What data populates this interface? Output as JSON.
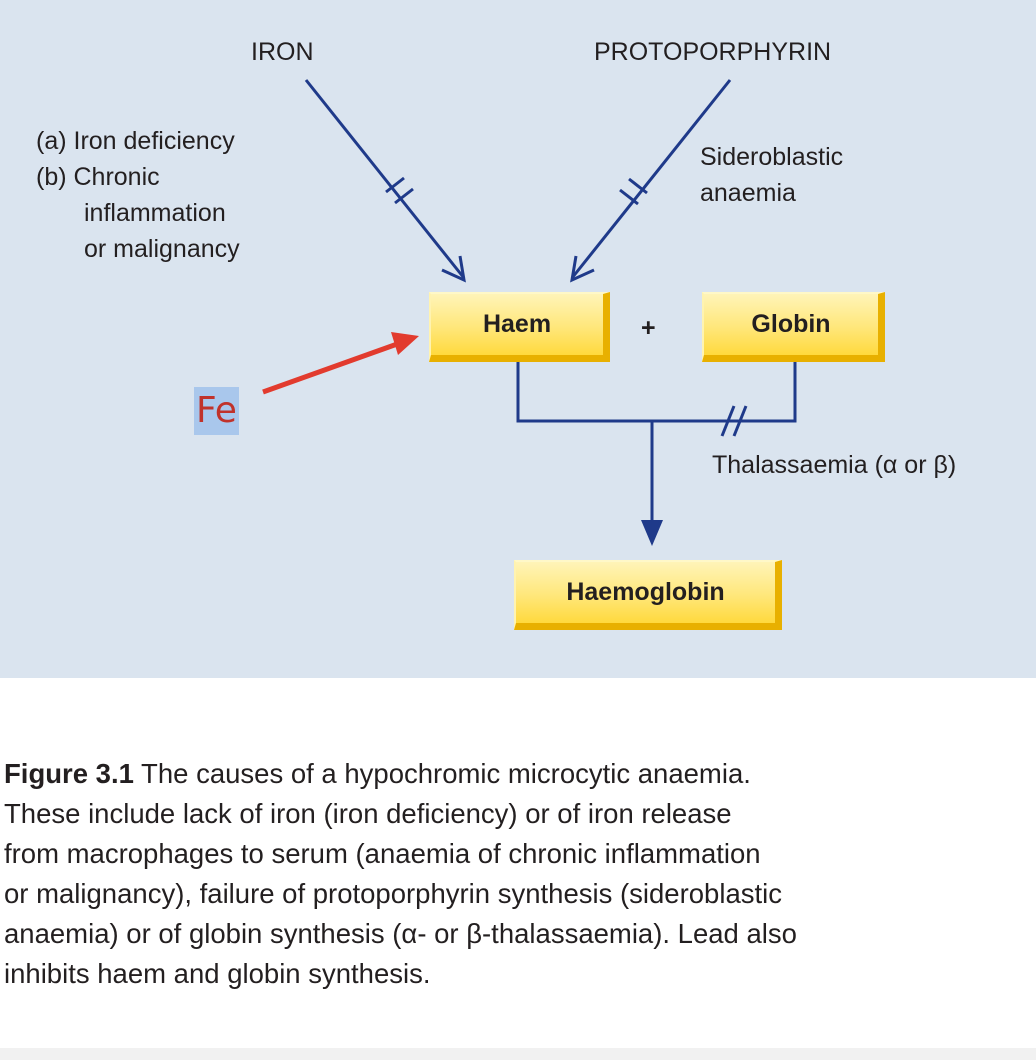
{
  "diagram": {
    "inputs": {
      "iron": "IRON",
      "protoporphyrin": "PROTOPORPHYRIN"
    },
    "left_causes": {
      "a": "(a) Iron deficiency",
      "b_prefix": "(b) Chronic",
      "b_line2": "inflammation",
      "b_line3": "or malignancy"
    },
    "sideroblastic": {
      "line1": "Sideroblastic",
      "line2": "anaemia"
    },
    "boxes": {
      "haem": "Haem",
      "plus": "+",
      "globin": "Globin",
      "haemoglobin": "Haemoglobin"
    },
    "thalassaemia": "Thalassaemia (α or β)",
    "annotation": "Fe",
    "colors": {
      "panel": "#dae4ef",
      "flow_line": "#1f3a8a",
      "annotation_arrow": "#e23b2e",
      "box": "#ffe77a"
    }
  },
  "caption": {
    "number": "Figure 3.1",
    "lines": [
      " The causes of a hypochromic microcytic anaemia.",
      "These include lack of iron (iron deficiency) or of iron release",
      "from macrophages to serum (anaemia of chronic inflammation",
      "or malignancy), failure of protoporphyrin synthesis (sideroblastic",
      "anaemia) or of globin synthesis (α- or β-thalassaemia). Lead also",
      "inhibits haem and globin synthesis."
    ]
  }
}
